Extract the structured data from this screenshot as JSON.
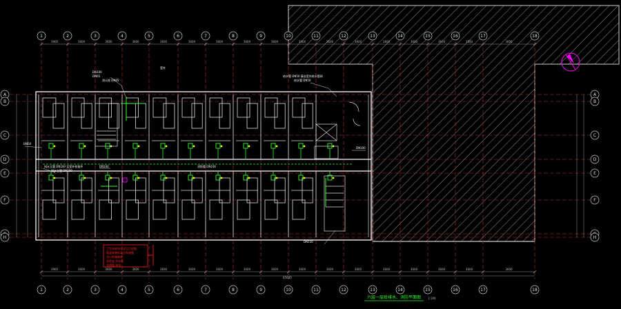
{
  "drawing": {
    "title": "六层一层给排水、消防平面图",
    "scale": "1:100",
    "overall_dimension": "65600"
  },
  "axes": {
    "top_labels": [
      "1",
      "2",
      "3",
      "4",
      "5",
      "6",
      "7",
      "8",
      "9",
      "10",
      "11",
      "12",
      "13",
      "14",
      "15",
      "16",
      "17",
      "18"
    ],
    "bottom_labels": [
      "1",
      "2",
      "3",
      "4",
      "5",
      "6",
      "7",
      "8",
      "9",
      "10",
      "11",
      "12",
      "13",
      "14",
      "15",
      "16",
      "17",
      "18"
    ],
    "left_labels": [
      "A",
      "B",
      "C",
      "D",
      "E",
      "F",
      "G",
      "H"
    ],
    "right_labels": [
      "A",
      "B",
      "C",
      "D",
      "E",
      "F",
      "G",
      "H"
    ]
  },
  "dimensions": {
    "top": [
      "3900",
      "3600",
      "3600",
      "3600",
      "3600",
      "3600",
      "3600",
      "3600",
      "3600",
      "3600",
      "3600",
      "3600",
      "3600",
      "3600",
      "3600",
      "3600",
      "3600"
    ],
    "bottom": [
      "3900",
      "3600",
      "3600",
      "3600",
      "3600",
      "3600",
      "3600",
      "3600",
      "3600",
      "3600",
      "3600",
      "3600",
      "3600",
      "3600",
      "3600",
      "3600",
      "3600"
    ]
  },
  "annotations": {
    "n1": "DN100",
    "n2": "DN65",
    "n3": "消火栓 DN65",
    "n4": "给水管 DN50 接自室外给水管网",
    "n5": "给水管 DN50",
    "n6": "排水立管 DN100 至室外检查井",
    "n7": "排水立管 DN100",
    "n8": "DN50",
    "n9": "DN100",
    "n10": "消防管 DN100",
    "n11": "DN100",
    "n12": "DN150",
    "n13": "室外",
    "red_note_1": "卫生间给排水详见大样图",
    "red_note_2": "管道安装标高见系统图",
    "red_note_3": "消火栓箱暗装",
    "red_note_4": "洗脸盆 洗衣机",
    "red_note_5": "坐便器 淋浴"
  },
  "colors": {
    "background": "#000000",
    "wall": "#ffffff",
    "axis_grid": "#b03030",
    "dimension": "#9a9a9a",
    "pipe_green": "#33ff33",
    "pipe_yellow": "#ffff00",
    "accent_magenta": "#ff00ff",
    "note_red": "#ff2020",
    "hatch": "#c8c8c8"
  }
}
